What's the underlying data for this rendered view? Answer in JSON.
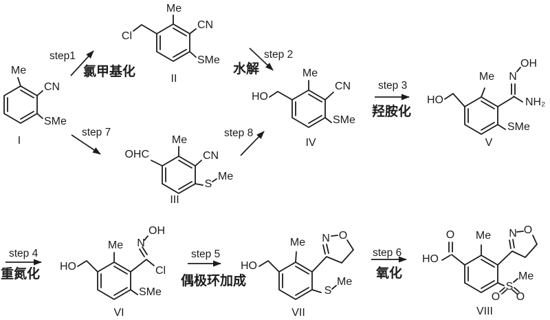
{
  "background": "#ffffff",
  "ink_color": "#1c1c1c",
  "steps": {
    "s1": {
      "label": "step1",
      "name": "氯甲基化"
    },
    "s2": {
      "label": "step 2",
      "name": "水解"
    },
    "s3": {
      "label": "step 3",
      "name": "羟胺化"
    },
    "s4": {
      "label": "step 4",
      "name": "重氮化"
    },
    "s5": {
      "label": "step 5",
      "name": "偶极环加成"
    },
    "s6": {
      "label": "step 6",
      "name": "氧化"
    },
    "s7": {
      "label": "step 7"
    },
    "s8": {
      "label": "step 8"
    }
  },
  "compounds": {
    "I": {
      "number": "I",
      "me": "Me",
      "cn": "CN",
      "sme": "SMe"
    },
    "II": {
      "number": "II",
      "cl": "Cl",
      "me": "Me",
      "cn": "CN",
      "sme": "SMe"
    },
    "III": {
      "number": "III",
      "ohc": "OHC",
      "me": "Me",
      "cn": "CN",
      "s": "S",
      "me2": "Me"
    },
    "IV": {
      "number": "IV",
      "ho": "HO",
      "me": "Me",
      "cn": "CN",
      "sme": "SMe"
    },
    "V": {
      "number": "V",
      "ho": "HO",
      "me": "Me",
      "n": "N",
      "oh": "OH",
      "nh2": "NH₂",
      "sme": "SMe"
    },
    "VI": {
      "number": "VI",
      "ho": "HO",
      "me": "Me",
      "n": "N",
      "oh": "OH",
      "cl": "Cl",
      "sme": "SMe"
    },
    "VII": {
      "number": "VII",
      "ho": "HO",
      "me": "Me",
      "n": "N",
      "o": "O",
      "s": "S",
      "me2": "Me"
    },
    "VIII": {
      "number": "VIII",
      "ho": "HO",
      "o_carbonyl": "O",
      "me": "Me",
      "n": "N",
      "o_ring": "O",
      "s": "S",
      "o_left": "O",
      "o_right": "O",
      "me2": "Me"
    }
  }
}
